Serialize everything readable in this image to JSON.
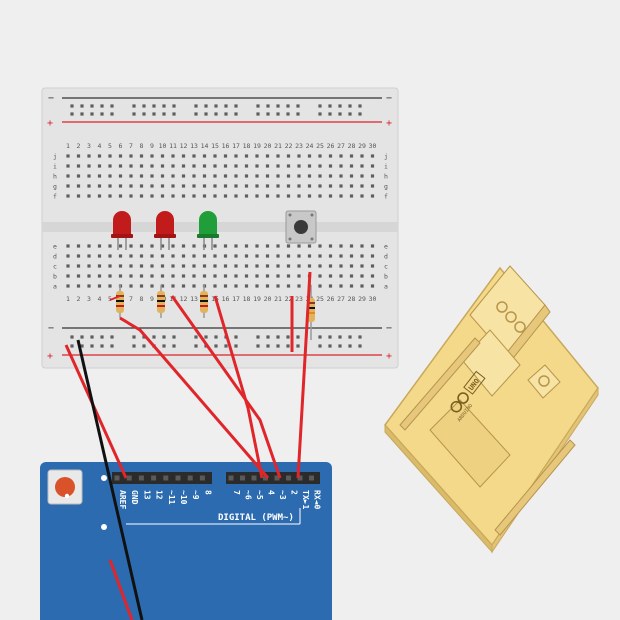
{
  "breadboard": {
    "column_numbers": [
      "1",
      "2",
      "3",
      "4",
      "5",
      "6",
      "7",
      "8",
      "9",
      "10",
      "11",
      "12",
      "13",
      "14",
      "15",
      "16",
      "17",
      "18",
      "19",
      "20",
      "21",
      "22",
      "23",
      "24",
      "25",
      "26",
      "27",
      "28",
      "29",
      "30"
    ],
    "row_letters_top": [
      "j",
      "i",
      "h",
      "g",
      "f"
    ],
    "row_letters_bottom": [
      "e",
      "d",
      "c",
      "b",
      "a"
    ],
    "rail_plus": "+",
    "rail_minus": "−",
    "colors": {
      "body": "#e4e4e4",
      "hole": "#5f5f5f",
      "rail_red": "#d9232a",
      "rail_dark": "#333333"
    }
  },
  "components": {
    "leds": [
      {
        "color_name": "red",
        "color": "#c21b1b"
      },
      {
        "color_name": "red",
        "color": "#c21b1b"
      },
      {
        "color_name": "green",
        "color": "#1f9e3a"
      }
    ],
    "resistor_count": 4,
    "button_cap_color": "#3a3a3a"
  },
  "arduino": {
    "header_label": "DIGITAL (PWM~)",
    "pins": [
      "AREF",
      "GND",
      "13",
      "12",
      "~11",
      "~10",
      "~9",
      "8",
      "7",
      "~6",
      "~5",
      "4",
      "~3",
      "2",
      "TX►1",
      "RX◄0"
    ],
    "reset_button_color": "#d9522a",
    "board_color": "#2c6bb0",
    "iso_logo_text": "ARDUINO",
    "iso_model_text": "UNO",
    "iso_color": "#f4d98a"
  },
  "wires": {
    "signal_color": "#e0262a",
    "ground_color": "#111111"
  }
}
